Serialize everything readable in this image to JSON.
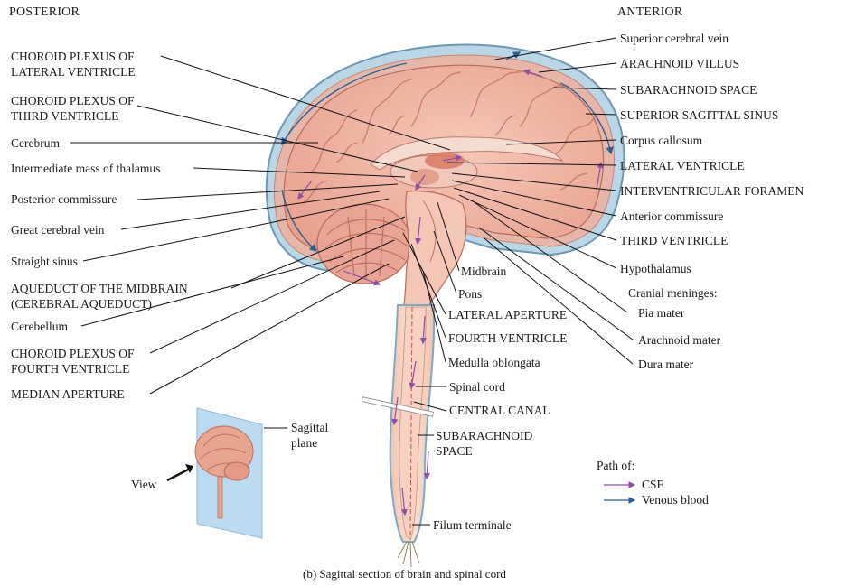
{
  "header": {
    "posterior": "POSTERIOR",
    "anterior": "ANTERIOR"
  },
  "labels_left": {
    "choroid_lateral": "CHOROID PLEXUS OF\nLATERAL VENTRICLE",
    "choroid_third": "CHOROID PLEXUS OF\nTHIRD VENTRICLE",
    "cerebrum": "Cerebrum",
    "intermediate_mass": "Intermediate mass of thalamus",
    "posterior_commissure": "Posterior commissure",
    "great_cerebral_vein": "Great cerebral vein",
    "straight_sinus": "Straight sinus",
    "aqueduct": "AQUEDUCT OF THE MIDBRAIN\n(CEREBRAL AQUEDUCT)",
    "cerebellum": "Cerebellum",
    "choroid_fourth": "CHOROID PLEXUS OF\nFOURTH VENTRICLE",
    "median_aperture": "MEDIAN APERTURE"
  },
  "labels_right": {
    "superior_cerebral_vein": "Superior cerebral vein",
    "arachnoid_villus": "ARACHNOID VILLUS",
    "subarachnoid_space": "SUBARACHNOID SPACE",
    "superior_sagittal_sinus": "SUPERIOR SAGITTAL SINUS",
    "corpus_callosum": "Corpus callosum",
    "lateral_ventricle": "LATERAL VENTRICLE",
    "interventricular_foramen": "INTERVENTRICULAR FORAMEN",
    "anterior_commissure": "Anterior commissure",
    "third_ventricle": "THIRD VENTRICLE",
    "hypothalamus": "Hypothalamus",
    "cranial_meninges": "Cranial meninges:",
    "pia_mater": "Pia mater",
    "arachnoid_mater": "Arachnoid mater",
    "dura_mater": "Dura mater"
  },
  "labels_center": {
    "midbrain": "Midbrain",
    "pons": "Pons",
    "lateral_aperture": "LATERAL APERTURE",
    "fourth_ventricle": "FOURTH VENTRICLE",
    "medulla": "Medulla oblongata",
    "spinal_cord": "Spinal cord",
    "central_canal": "CENTRAL CANAL",
    "subarachnoid_space_lower": "SUBARACHNOID\nSPACE",
    "filum_terminale": "Filum terminale"
  },
  "inset": {
    "sagittal_plane": "Sagittal\nplane",
    "view": "View"
  },
  "legend": {
    "title": "Path of:",
    "items": [
      {
        "label": "CSF",
        "color": "#8e4fa6"
      },
      {
        "label": "Venous blood",
        "color": "#2b5f93"
      }
    ]
  },
  "caption": "(b) Sagittal section of brain and spinal cord"
}
